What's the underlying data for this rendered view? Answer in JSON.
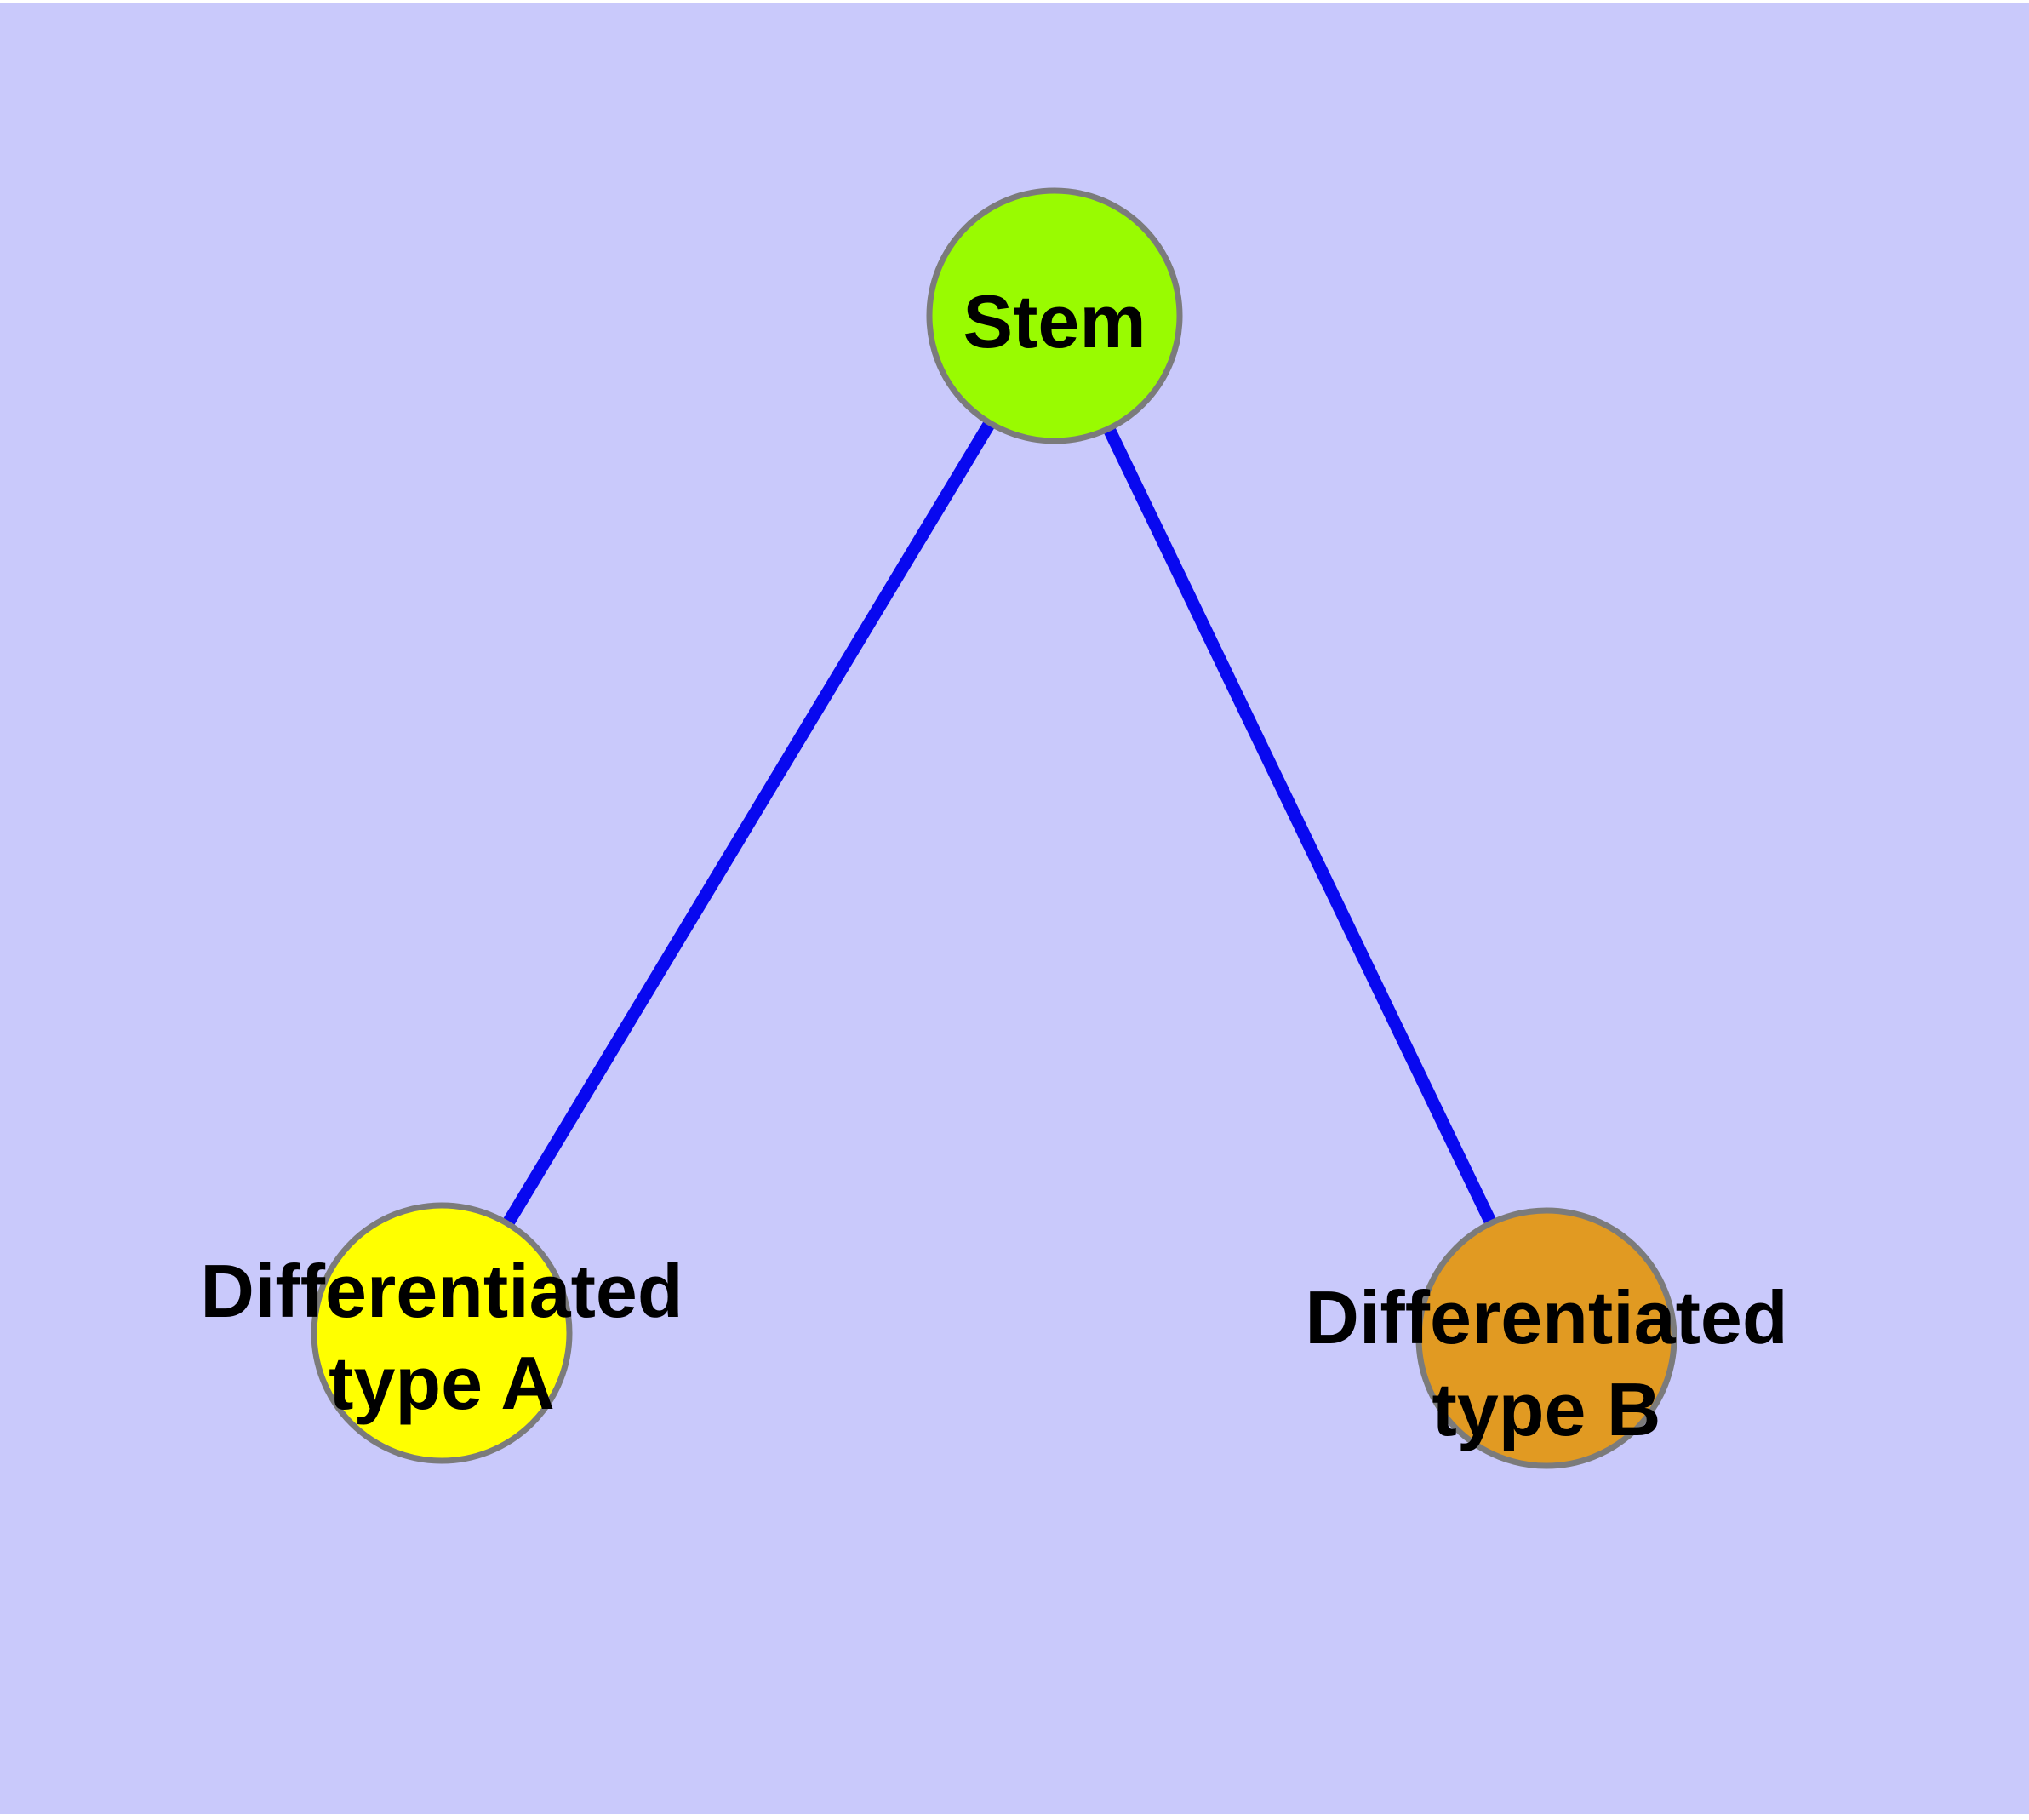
{
  "diagram": {
    "background_color": "#c9c9fb",
    "margin_color": "#ffffff",
    "edge_color": "#0808f0",
    "node_border_color": "#7b7b7b",
    "label_color": "#000000",
    "nodes": [
      {
        "id": "stem",
        "label": "Stem",
        "fill": "#99fb01"
      },
      {
        "id": "differentiated-type-a",
        "label_line1": "Differentiated",
        "label_line2": "type A",
        "fill": "#ffff00"
      },
      {
        "id": "differentiated-type-b",
        "label_line1": "Differentiated",
        "label_line2": "type B",
        "fill": "#e19a22"
      }
    ],
    "edges": [
      {
        "from": "stem",
        "to": "differentiated-type-a"
      },
      {
        "from": "stem",
        "to": "differentiated-type-b"
      }
    ]
  }
}
